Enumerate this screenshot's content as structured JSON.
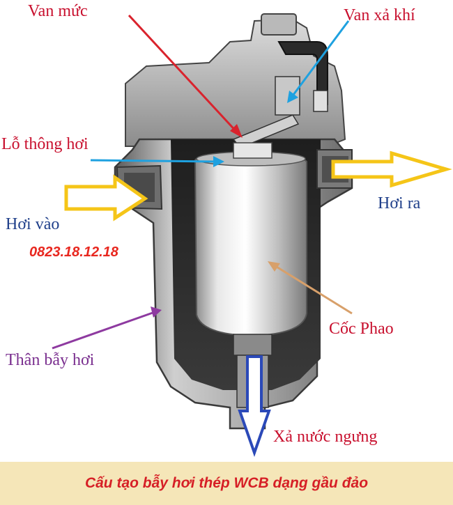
{
  "labels": {
    "van_muc": "Van mức",
    "van_xa_khi": "Van xả khí",
    "lo_thong_hoi": "Lỗ thông hơi",
    "hoi_ra": "Hơi ra",
    "hoi_vao": "Hơi vào",
    "coc_phao": "Cốc Phao",
    "than_bay_hoi": "Thân bẫy hơi",
    "xa_nuoc_ngung": "Xả nước ngưng"
  },
  "phone": "0823.18.12.18",
  "caption": "Cấu tạo bẫy hơi thép WCB dạng gầu đảo",
  "colors": {
    "label_red": "#c8102e",
    "label_blue": "#1f3f8a",
    "label_purple": "#7a2f8f",
    "phone_red": "#e8271f",
    "caption_red": "#d61f26",
    "caption_bg": "#f5e6b8",
    "arrow_red": "#d9232d",
    "arrow_cyan": "#1ea1e0",
    "arrow_yellow": "#f5c518",
    "arrow_tan": "#d8a06a",
    "arrow_purple": "#8e3aa0",
    "arrow_blue": "#2b49b8"
  }
}
